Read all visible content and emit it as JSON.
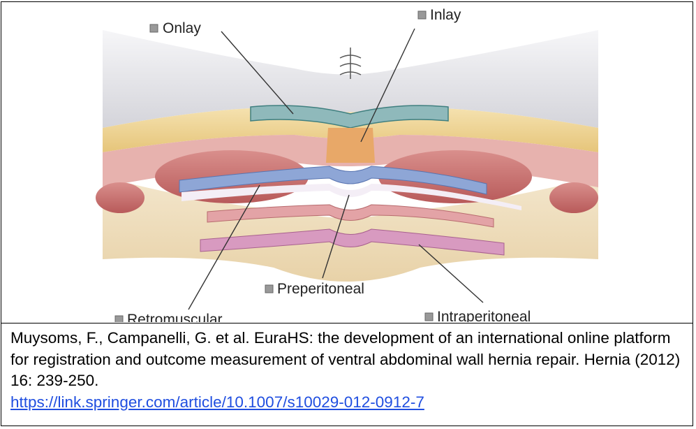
{
  "labels": {
    "onlay": "Onlay",
    "inlay": "Inlay",
    "preperitoneal": "Preperitoneal",
    "retromuscular": "Retromuscular",
    "intraperitoneal": "Intraperitoneal"
  },
  "caption": {
    "text": "Muysoms, F., Campanelli, G. et al. EuraHS: the development of an international online platform for registration and outcome measurement of ventral abdominal wall hernia repair. Hernia (2012) 16: 239-250.",
    "link": "https://link.springer.com/article/10.1007/s10029-012-0912-7"
  },
  "colors": {
    "skin": "#e9e9ec",
    "fat": "#f0d89a",
    "muscle": "#c86a6a",
    "onlay_mesh": "#8fb9bb",
    "inlay_mesh": "#e8a868",
    "retromuscular_mesh": "#8ea6d6",
    "preperitoneal_mesh": "#e3a3a6",
    "intraperitoneal_mesh": "#d89ac0",
    "link": "#1f4ee0"
  }
}
